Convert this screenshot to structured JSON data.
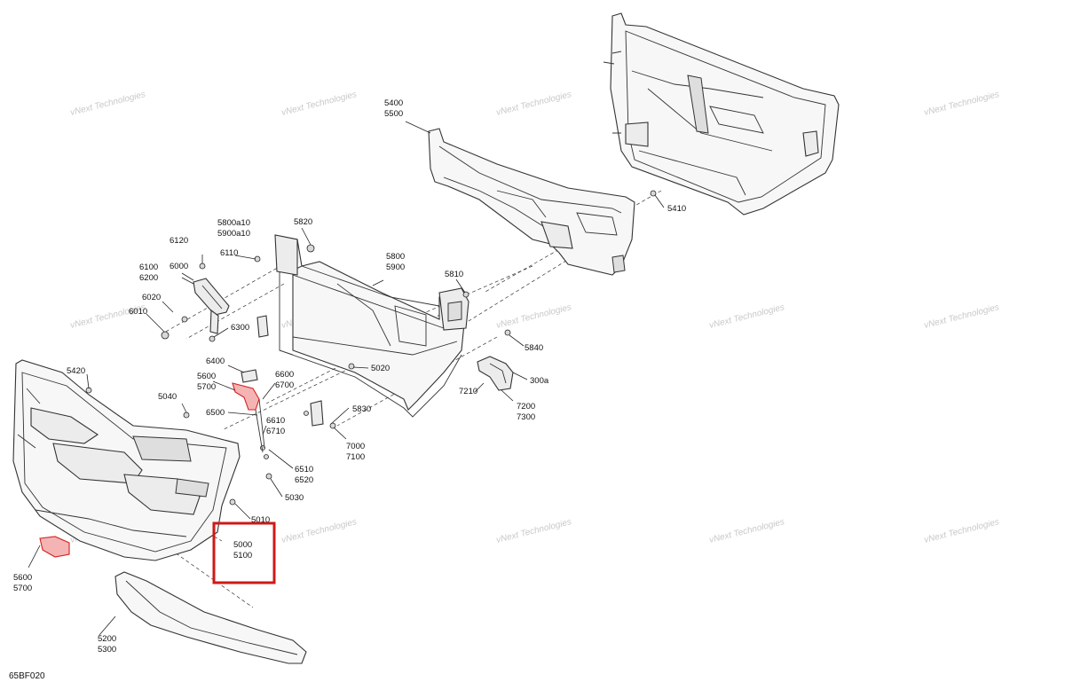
{
  "diagram_code": "65BF020",
  "watermark_text": "vNext Technologies",
  "highlight_color": "#d01818",
  "highlighted_callout": "5000 5100",
  "callouts": [
    {
      "id": "5400",
      "lines": [
        "5400",
        "5500"
      ]
    },
    {
      "id": "5410",
      "lines": [
        "5410"
      ]
    },
    {
      "id": "5800a10",
      "lines": [
        "5800a10",
        "5900a10"
      ]
    },
    {
      "id": "5820",
      "lines": [
        "5820"
      ]
    },
    {
      "id": "6120",
      "lines": [
        "6120"
      ]
    },
    {
      "id": "6110",
      "lines": [
        "6110"
      ]
    },
    {
      "id": "6100",
      "lines": [
        "6100",
        "6200"
      ]
    },
    {
      "id": "6000",
      "lines": [
        "6000"
      ]
    },
    {
      "id": "6020",
      "lines": [
        "6020"
      ]
    },
    {
      "id": "6010",
      "lines": [
        "6010"
      ]
    },
    {
      "id": "5800",
      "lines": [
        "5800",
        "5900"
      ]
    },
    {
      "id": "5810",
      "lines": [
        "5810"
      ]
    },
    {
      "id": "6300",
      "lines": [
        "6300"
      ]
    },
    {
      "id": "5840",
      "lines": [
        "5840"
      ]
    },
    {
      "id": "6400",
      "lines": [
        "6400"
      ]
    },
    {
      "id": "5420",
      "lines": [
        "5420"
      ]
    },
    {
      "id": "5020",
      "lines": [
        "5020"
      ]
    },
    {
      "id": "5600a",
      "lines": [
        "5600",
        "5700"
      ]
    },
    {
      "id": "6600",
      "lines": [
        "6600",
        "6700"
      ]
    },
    {
      "id": "7210",
      "lines": [
        "7210"
      ]
    },
    {
      "id": "300a",
      "lines": [
        "300a"
      ]
    },
    {
      "id": "5040",
      "lines": [
        "5040"
      ]
    },
    {
      "id": "6500",
      "lines": [
        "6500"
      ]
    },
    {
      "id": "5830",
      "lines": [
        "5830"
      ]
    },
    {
      "id": "7200",
      "lines": [
        "7200",
        "7300"
      ]
    },
    {
      "id": "6610",
      "lines": [
        "6610",
        "6710"
      ]
    },
    {
      "id": "7000",
      "lines": [
        "7000",
        "7100"
      ]
    },
    {
      "id": "6510",
      "lines": [
        "6510",
        "6520"
      ]
    },
    {
      "id": "5030",
      "lines": [
        "5030"
      ]
    },
    {
      "id": "5010",
      "lines": [
        "5010"
      ]
    },
    {
      "id": "5000",
      "lines": [
        "5000",
        "5100"
      ]
    },
    {
      "id": "5600b",
      "lines": [
        "5600",
        "5700"
      ]
    },
    {
      "id": "5200",
      "lines": [
        "5200",
        "5300"
      ]
    }
  ]
}
